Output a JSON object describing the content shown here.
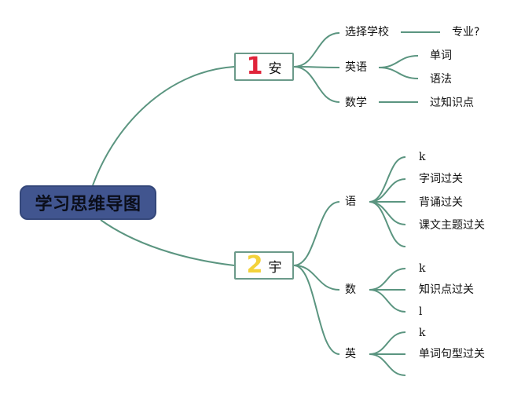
{
  "root": {
    "label": "学习思维导图"
  },
  "branches": [
    {
      "number": "1",
      "number_color": "#e0243a",
      "label": "安",
      "children": [
        {
          "label": "选择学校",
          "children": [
            {
              "label": "专业?"
            }
          ]
        },
        {
          "label": "英语",
          "children": [
            {
              "label": "单词"
            },
            {
              "label": "语法"
            }
          ]
        },
        {
          "label": "数学",
          "children": [
            {
              "label": "过知识点"
            }
          ]
        }
      ]
    },
    {
      "number": "2",
      "number_color": "#f3d23a",
      "label": "宇",
      "children": [
        {
          "label": "语",
          "children": [
            {
              "label": "k"
            },
            {
              "label": "字词过关"
            },
            {
              "label": "背诵过关"
            },
            {
              "label": "课文主题过关"
            },
            {
              "label": ""
            }
          ]
        },
        {
          "label": "数",
          "children": [
            {
              "label": "k"
            },
            {
              "label": "知识点过关"
            },
            {
              "label": "l"
            }
          ]
        },
        {
          "label": "英",
          "children": [
            {
              "label": "k"
            },
            {
              "label": "单词句型过关"
            },
            {
              "label": ""
            }
          ]
        }
      ]
    }
  ],
  "colors": {
    "line": "#5b9580",
    "root_fill": "#41558f",
    "box_border": "#6b9a8a"
  }
}
